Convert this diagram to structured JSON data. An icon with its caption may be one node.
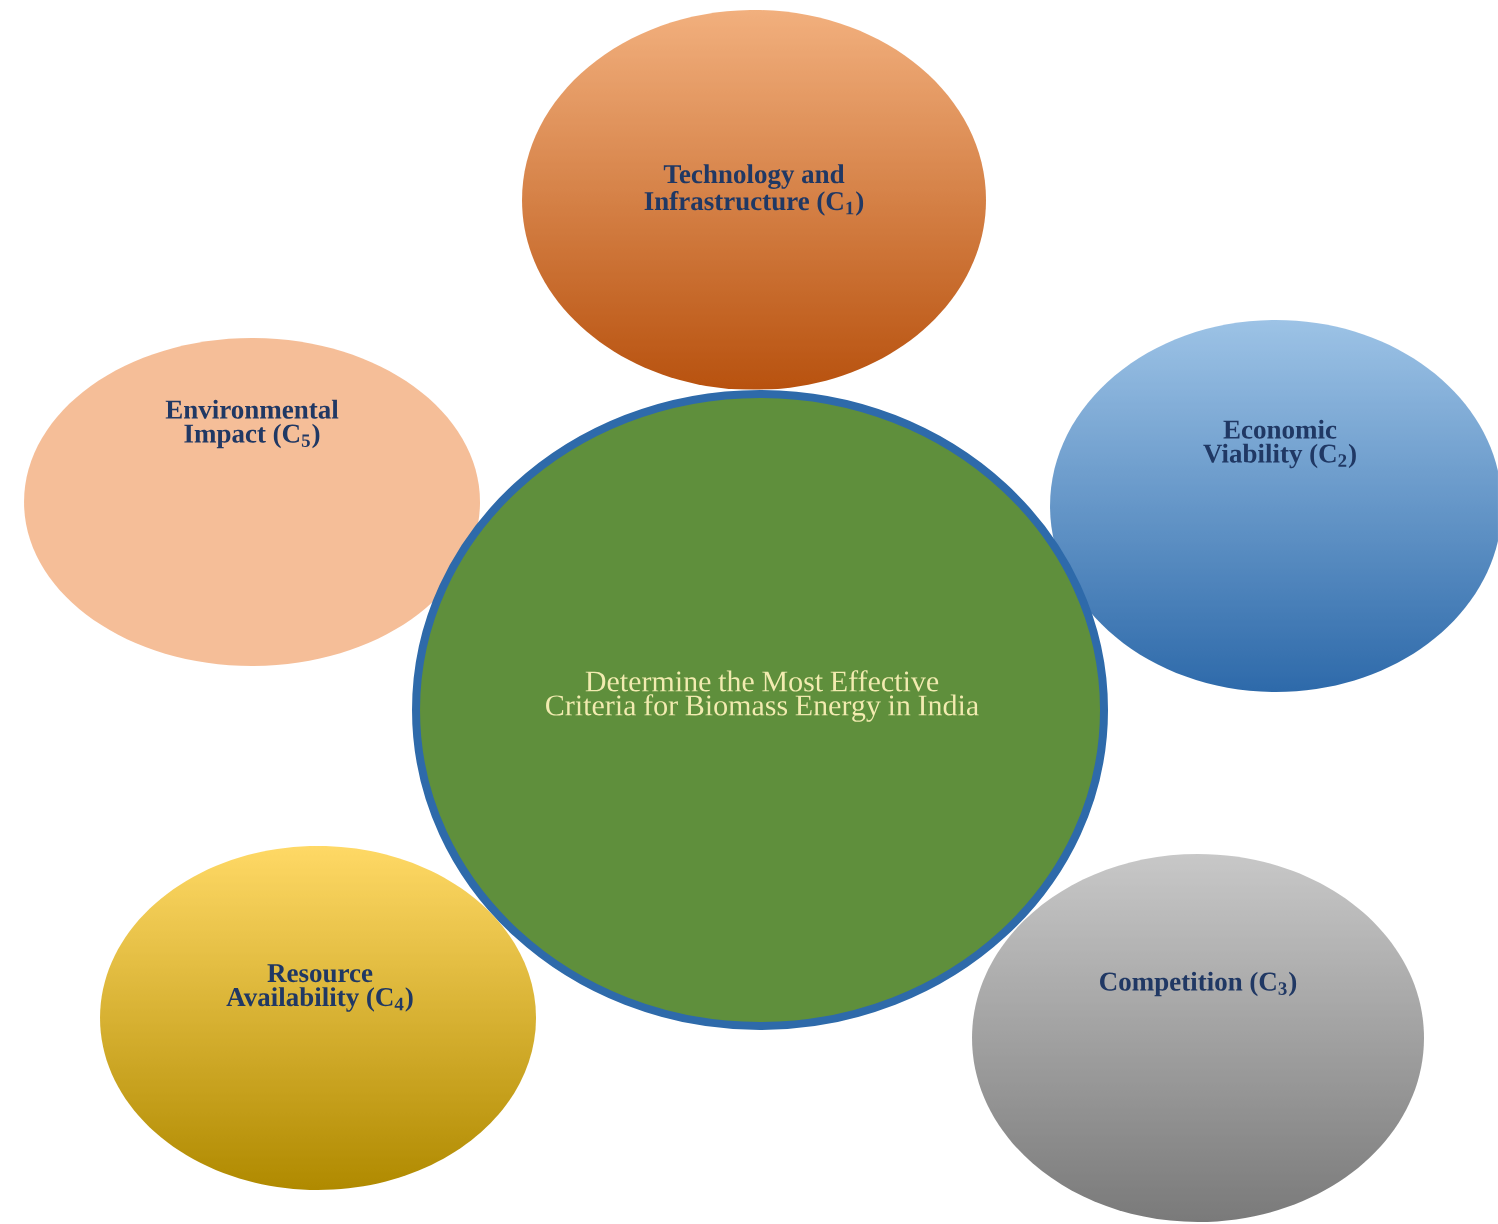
{
  "diagram": {
    "nodes": [
      {
        "text": [
          "Technology and Infrastructure (C$_{1}$)"
        ]
      },
      {
        "text": [
          "Environmental Impact (C$_{5}$)"
        ]
      },
      {
        "text": [
          "Economic Viability (C$_{2}$)"
        ]
      },
      {
        "text": [
          "Determine the Most Effective Criteria for Biomass Energy in India"
        ]
      },
      {
        "text": [
          "Resource Availability (C$_{4}$)"
        ]
      },
      {
        "text": [
          "Competition (C$_{3}$)"
        ]
      }
    ]
  }
}
